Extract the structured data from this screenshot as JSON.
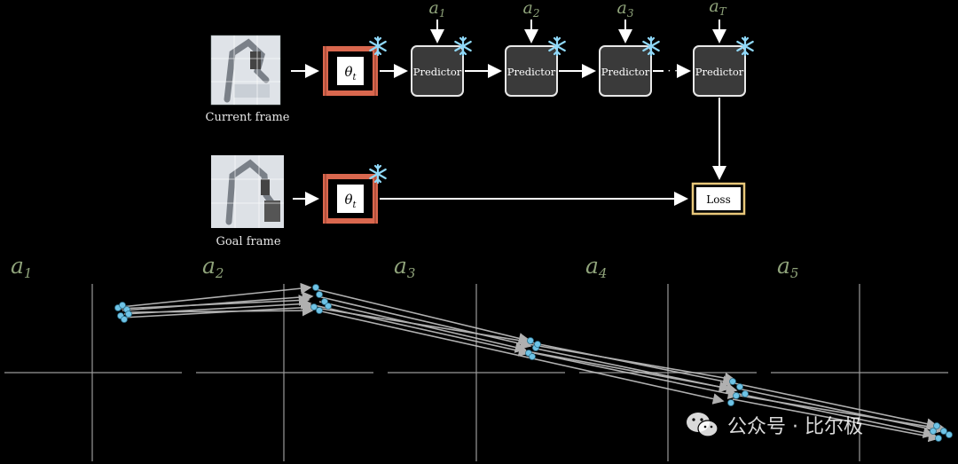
{
  "diagram": {
    "current_frame_label": "Current frame",
    "goal_frame_label": "Goal frame",
    "encoder_label": "θ",
    "encoder_sub": "t",
    "predictor_label": "Predictor",
    "loss_label": "Loss",
    "dots": "· · ·",
    "top_actions": [
      {
        "base": "a",
        "sub": "1"
      },
      {
        "base": "a",
        "sub": "2"
      },
      {
        "base": "a",
        "sub": "3"
      },
      {
        "base": "a",
        "sub": "T"
      }
    ],
    "bottom_actions": [
      {
        "base": "a",
        "sub": "1"
      },
      {
        "base": "a",
        "sub": "2"
      },
      {
        "base": "a",
        "sub": "3"
      },
      {
        "base": "a",
        "sub": "4"
      },
      {
        "base": "a",
        "sub": "5"
      }
    ]
  },
  "watermark": {
    "text": "公众号 · 比尔极"
  },
  "colors": {
    "encoder": "#d9674e",
    "predictor_fill": "#3a3a3a",
    "loss_border": "#e8c77a",
    "action_label": "#8fa37a",
    "dot": "#6ec3e6",
    "arrow": "#c4c4c4",
    "snowflake": "#8fd8f8"
  }
}
